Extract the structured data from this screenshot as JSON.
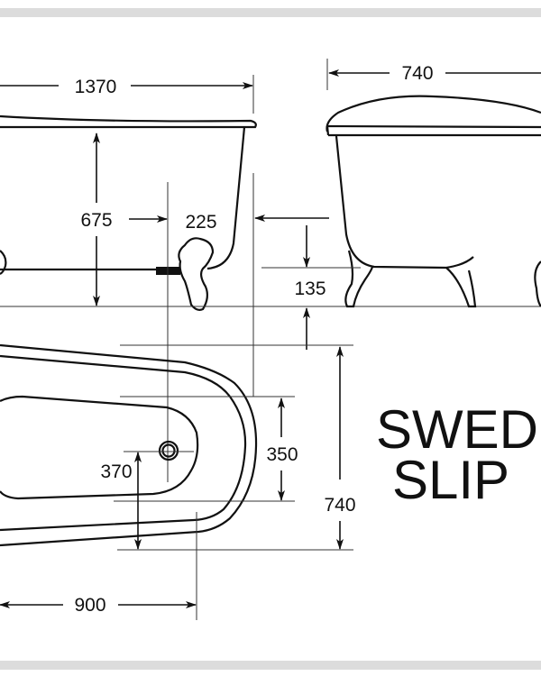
{
  "drawing": {
    "title_line1": "SWED",
    "title_line2": "SLIP",
    "dimensions": {
      "side_length": "1370",
      "side_height": "675",
      "drain_offset": "225",
      "end_width": "740",
      "foot_clearance": "135",
      "plan_drain_offset": "370",
      "plan_basin_width": "350",
      "plan_overall_width": "740",
      "plan_drain_distance": "900"
    },
    "colors": {
      "line": "#111111",
      "frame": "#dcdcdc"
    }
  }
}
